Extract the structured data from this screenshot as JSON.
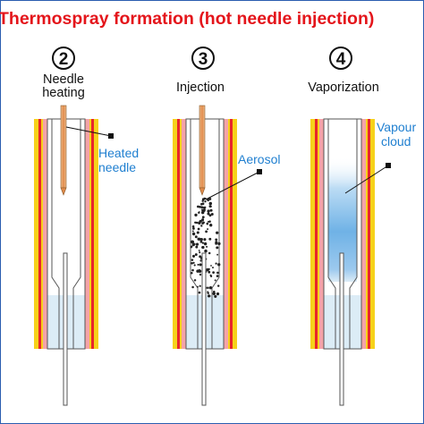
{
  "title": "Thermospray formation (hot needle injection)",
  "steps": [
    {
      "number": "2",
      "label_line1": "Needle",
      "label_line2": "heating",
      "callout_line1": "Heated",
      "callout_line2": "needle"
    },
    {
      "number": "3",
      "label_line1": "Injection",
      "callout_line1": "Aerosol"
    },
    {
      "number": "4",
      "label_line1": "Vaporization",
      "callout_line1": "Vapour",
      "callout_line2": "cloud"
    }
  ],
  "colors": {
    "title": "#e4151b",
    "outer_wall": "#f6d21a",
    "heater_band": "#e8262a",
    "inner_wall": "#f4a3a8",
    "tube_fill": "#dcecf6",
    "needle": "#e8a060",
    "callout_text": "#1f7fd0",
    "vapour": "#5fa8e0",
    "border": "#2a5db0"
  }
}
